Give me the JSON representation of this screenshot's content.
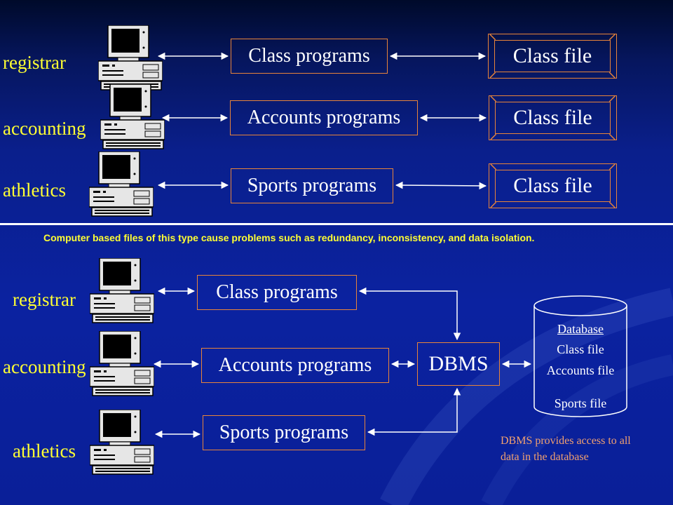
{
  "top": {
    "roles": [
      "registrar",
      "accounting",
      "athletics"
    ],
    "programs": [
      "Class programs",
      "Accounts programs",
      "Sports programs"
    ],
    "files": [
      "Class file",
      "Class file",
      "Class file"
    ]
  },
  "caption": "Computer based files of this type cause problems such as redundancy, inconsistency, and data isolation.",
  "bottom": {
    "roles": [
      "registrar",
      "accounting",
      "athletics"
    ],
    "programs": [
      "Class programs",
      "Accounts programs",
      "Sports programs"
    ],
    "dbms_label": "DBMS",
    "database": {
      "title": "Database",
      "files": [
        "Class file",
        "Accounts file",
        "Sports file"
      ]
    },
    "note": "DBMS provides access to all data in the database"
  },
  "colors": {
    "role_text": "#ffff33",
    "border": "#e8843a",
    "note_text": "#f0a070",
    "caption_text": "#ffff33"
  },
  "icons": {
    "computer": "desktop-computer-icon"
  }
}
